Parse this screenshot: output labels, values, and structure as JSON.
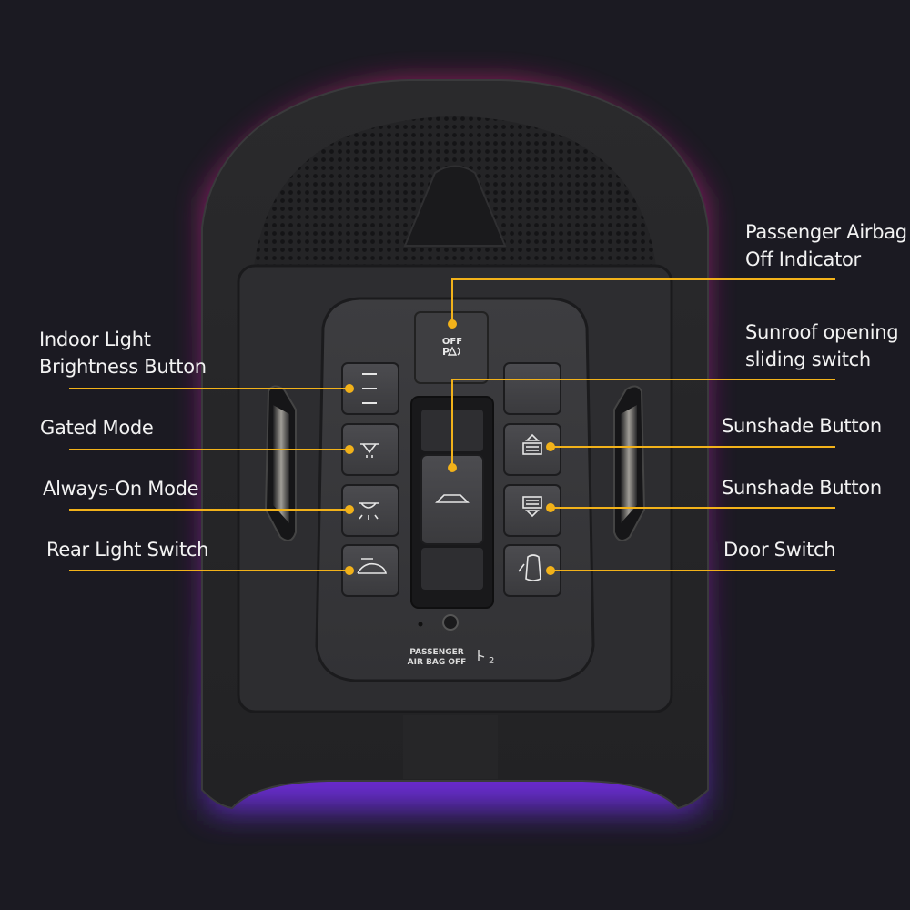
{
  "colors": {
    "background": "#1b1a22",
    "glow": "#c21e8f",
    "glow_bottom": "#7a2bd6",
    "leader": "#f2b21a",
    "housing": "#2c2c2e",
    "panel": "#3a3a3d",
    "button": "#454548"
  },
  "labels": {
    "indoor_light": [
      "Indoor Light",
      "Brightness Button"
    ],
    "gated_mode": "Gated Mode",
    "always_on": "Always-On Mode",
    "rear_light": "Rear Light Switch",
    "airbag_indicator": [
      "Passenger Airbag",
      "Off Indicator"
    ],
    "sunroof": [
      "Sunroof opening",
      "sliding switch"
    ],
    "sunshade_1": "Sunshade Button",
    "sunshade_2": "Sunshade Button",
    "door_switch": "Door Switch"
  },
  "device_text": {
    "off_indicator_line1": "OFF",
    "off_indicator_line2": "P",
    "passenger_line1": "PASSENGER",
    "passenger_line2": "AIR BAG OFF",
    "seat_symbol": "2"
  },
  "icons": [
    "brightness-bars-icon",
    "gated-light-icon",
    "always-on-light-icon",
    "rear-light-icon",
    "sunroof-car-icon",
    "sunshade-open-icon",
    "sunshade-close-icon",
    "door-car-icon",
    "airbag-off-icon"
  ]
}
